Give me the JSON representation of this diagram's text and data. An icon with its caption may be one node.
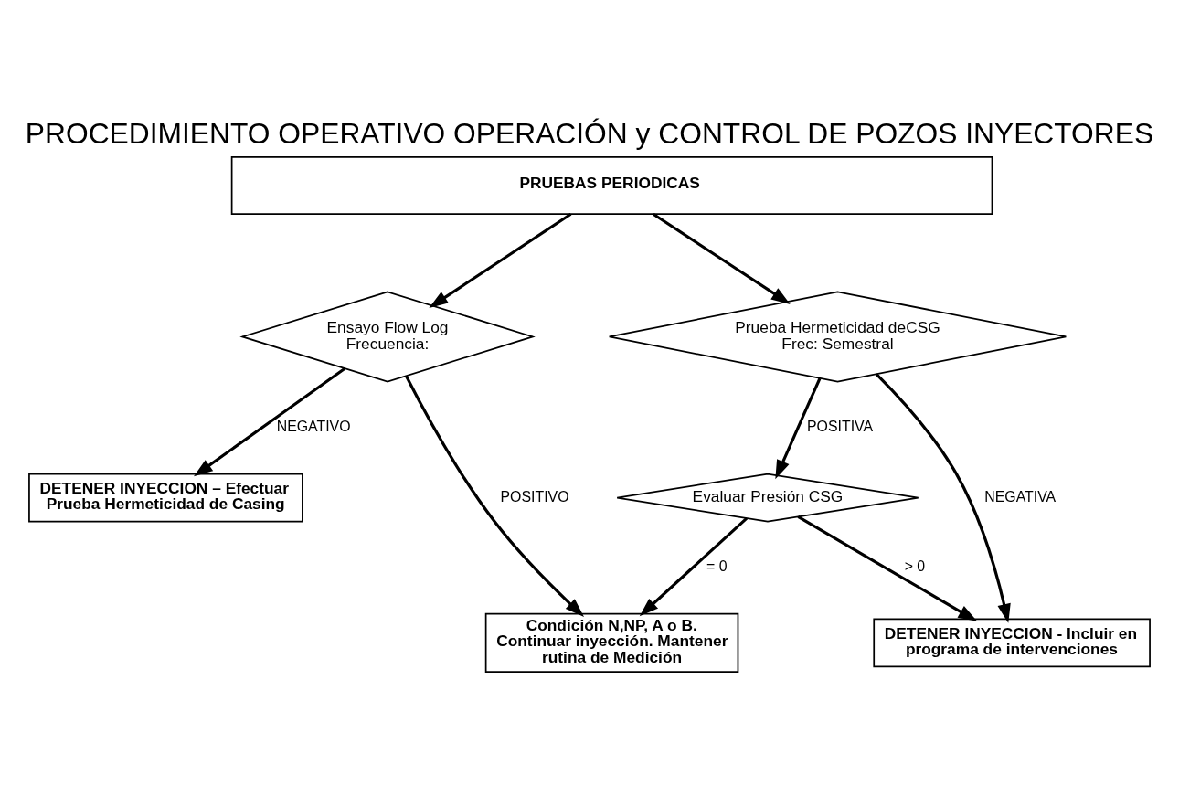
{
  "diagram": {
    "title": "PROCEDIMIENTO OPERATIVO OPERACIÓN y CONTROL DE POZOS INYECTORES",
    "nodes": [
      {
        "text": [
          "PRUEBAS PERIODICAS"
        ]
      },
      {
        "text": [
          "Ensayo Flow Log",
          "Frecuencia:"
        ]
      },
      {
        "text": [
          "Prueba Hermeticidad deCSG",
          "Frec: Semestral"
        ]
      },
      {
        "text": [
          "DETENER INYECCION – Efectuar Prueba Hermeticidad de Casing"
        ]
      },
      {
        "text": [
          "Evaluar Presión CSG"
        ]
      },
      {
        "text": [
          "Condición N,NP, A o B. Continuar inyección. Mantener rutina de Medición"
        ]
      },
      {
        "text": [
          "DETENER INYECCION - Incluir en programa de intervenciones"
        ]
      }
    ],
    "edges": [
      {
        "from": 0,
        "to": 1,
        "arrow": "to"
      },
      {
        "from": 0,
        "to": 2,
        "arrow": "to"
      },
      {
        "from": 1,
        "to": 3,
        "arrow": "to",
        "label": "NEGATIVO"
      },
      {
        "from": 1,
        "to": 5,
        "arrow": "to",
        "label": "POSITIVO"
      },
      {
        "from": 2,
        "to": 4,
        "arrow": "to",
        "label": "POSITIVA"
      },
      {
        "from": 2,
        "to": 6,
        "arrow": "to",
        "label": "NEGATIVA"
      },
      {
        "from": 4,
        "to": 6,
        "arrow": "to",
        "label": "> 0"
      },
      {
        "from": 4,
        "to": 5,
        "arrow": "to",
        "label": "= 0"
      }
    ]
  }
}
